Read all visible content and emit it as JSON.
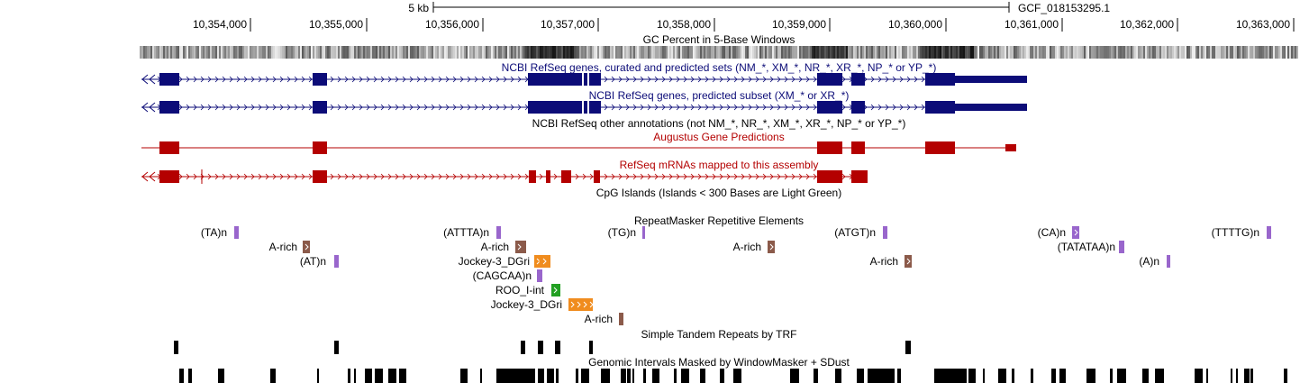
{
  "ruler": {
    "scale_label": "5 kb",
    "assembly": "GCF_018153295.1",
    "positions": [
      "10,354,000",
      "10,355,000",
      "10,356,000",
      "10,357,000",
      "10,358,000",
      "10,359,000",
      "10,360,000",
      "10,361,000",
      "10,362,000",
      "10,363,000"
    ]
  },
  "colors": {
    "ncbi": "#0c0c78",
    "augustus": "#b40000",
    "repeat_purple": "#9966cc",
    "repeat_brown": "#8b5a4a",
    "repeat_orange": "#f08c1e",
    "repeat_green": "#22a022",
    "black": "#000000"
  },
  "tracks": {
    "gc_percent": "GC Percent in 5-Base Windows",
    "ncbi_curated": "NCBI RefSeq genes, curated and predicted sets (NM_*, XM_*, NR_*, XR_*, NP_* or YP_*)",
    "ncbi_predicted": "NCBI RefSeq genes, predicted subset (XM_* or XR_*)",
    "ncbi_other": "NCBI RefSeq other annotations (not NM_*, NR_*, XM_*, XR_*, NP_* or YP_*)",
    "augustus": "Augustus Gene Predictions",
    "refseq_mrna": "RefSeq mRNAs mapped to this assembly",
    "cpg": "CpG Islands (Islands < 300 Bases are Light Green)",
    "repeatmasker": "RepeatMasker Repetitive Elements",
    "trf": "Simple Tandem Repeats by TRF",
    "windowmasker": "Genomic Intervals Masked by WindowMasker + SDust"
  },
  "repeats": [
    {
      "name": "(TA)n",
      "color": "purple"
    },
    {
      "name": "(ATTTA)n",
      "color": "purple"
    },
    {
      "name": "(TG)n",
      "color": "purple"
    },
    {
      "name": "(ATGT)n",
      "color": "purple"
    },
    {
      "name": "(CA)n",
      "color": "purple"
    },
    {
      "name": "(TTTTG)n",
      "color": "purple"
    },
    {
      "name": "A-rich",
      "color": "brown"
    },
    {
      "name": "A-rich",
      "color": "brown"
    },
    {
      "name": "A-rich",
      "color": "brown"
    },
    {
      "name": "(TATATAA)n",
      "color": "purple"
    },
    {
      "name": "(AT)n",
      "color": "purple"
    },
    {
      "name": "Jockey-3_DGri",
      "color": "orange"
    },
    {
      "name": "A-rich",
      "color": "brown"
    },
    {
      "name": "(A)n",
      "color": "purple"
    },
    {
      "name": "(CAGCAA)n",
      "color": "purple"
    },
    {
      "name": "ROO_I-int",
      "color": "green"
    },
    {
      "name": "Jockey-3_DGri",
      "color": "orange"
    },
    {
      "name": "A-rich",
      "color": "brown"
    }
  ]
}
